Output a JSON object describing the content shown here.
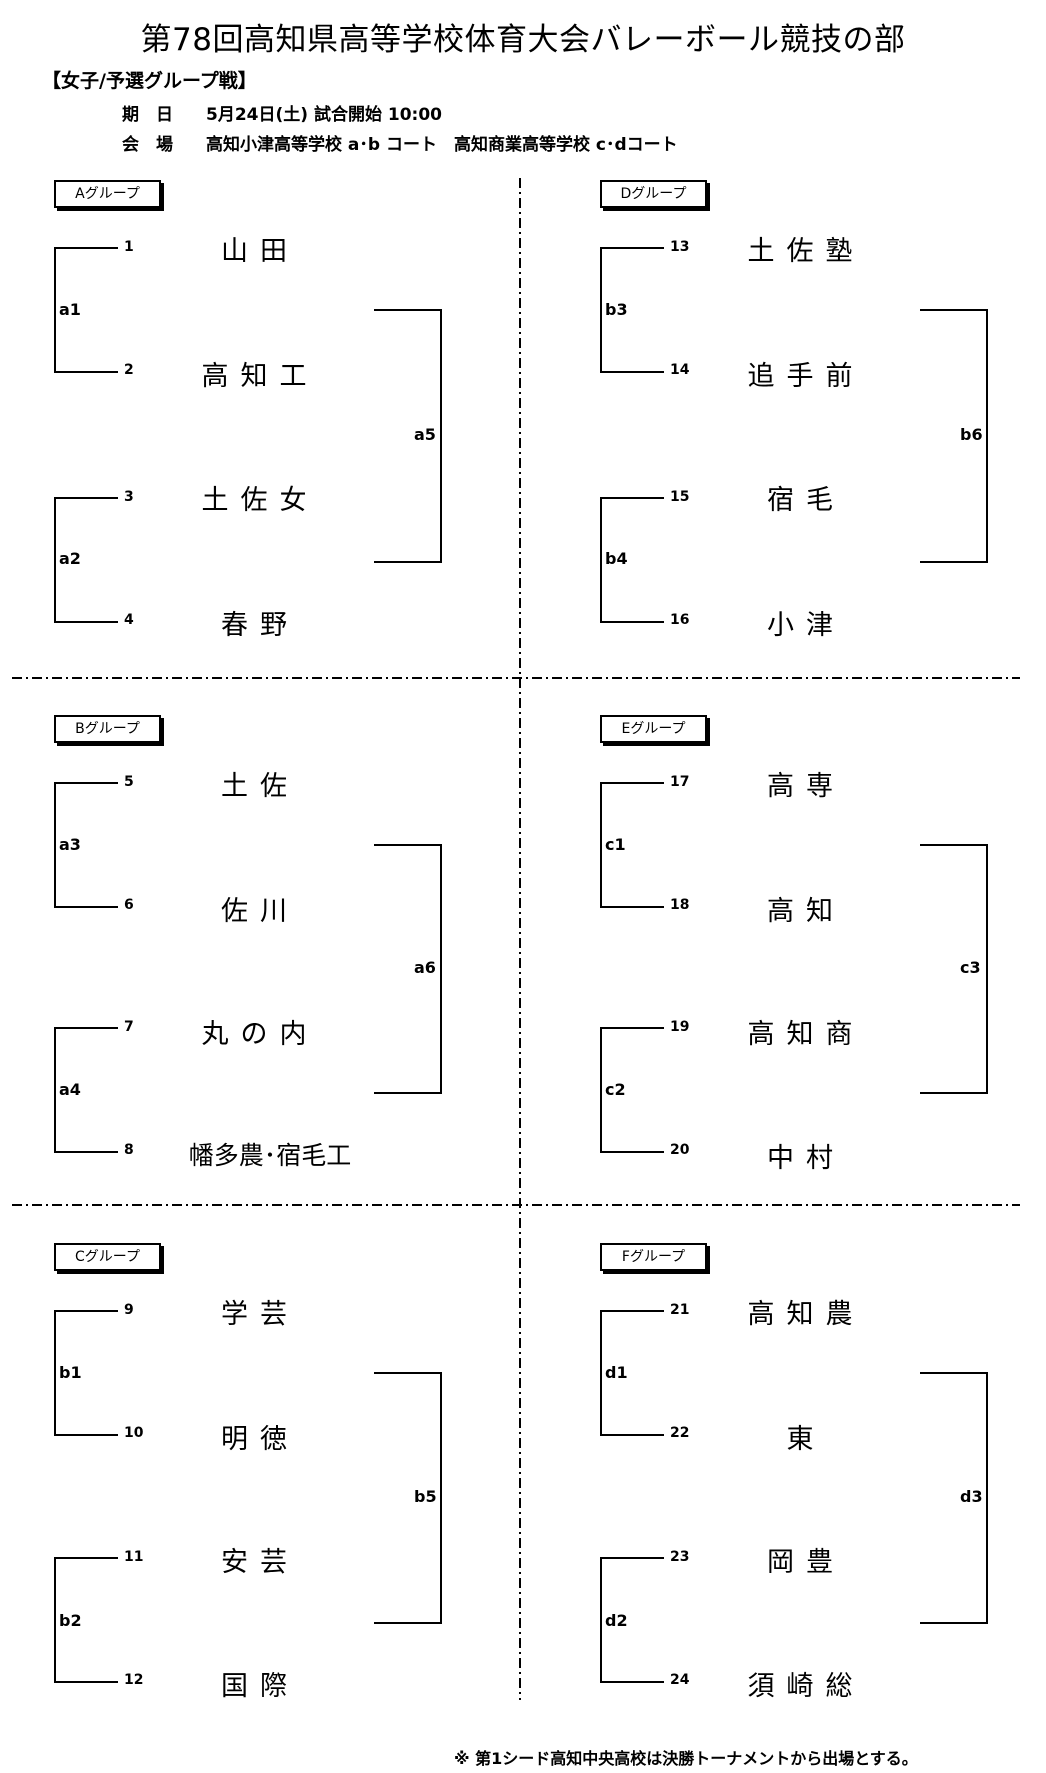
{
  "title": "第78回高知県高等学校体育大会バレーボール競技の部",
  "subtitle": "【女子/予選グループ戦】",
  "info": {
    "date_label": "期　日",
    "date_value": "5月24日(土) 試合開始 10:00",
    "venue_label": "会　場",
    "venue_value": "高知小津高等学校 a･b コート　高知商業高等学校 c･dコート"
  },
  "groups": [
    {
      "label": "Aグループ",
      "teams": [
        {
          "no": "1",
          "name": "山田"
        },
        {
          "no": "2",
          "name": "高知工"
        },
        {
          "no": "3",
          "name": "土佐女"
        },
        {
          "no": "4",
          "name": "春野"
        }
      ],
      "match1": "a1",
      "match2": "a2",
      "final": "a5"
    },
    {
      "label": "Bグループ",
      "teams": [
        {
          "no": "5",
          "name": "土佐"
        },
        {
          "no": "6",
          "name": "佐川"
        },
        {
          "no": "7",
          "name": "丸の内"
        },
        {
          "no": "8",
          "name": "幡多農･宿毛工"
        }
      ],
      "match1": "a3",
      "match2": "a4",
      "final": "a6"
    },
    {
      "label": "Cグループ",
      "teams": [
        {
          "no": "9",
          "name": "学芸"
        },
        {
          "no": "10",
          "name": "明徳"
        },
        {
          "no": "11",
          "name": "安芸"
        },
        {
          "no": "12",
          "name": "国際"
        }
      ],
      "match1": "b1",
      "match2": "b2",
      "final": "b5"
    },
    {
      "label": "Dグループ",
      "teams": [
        {
          "no": "13",
          "name": "土佐塾"
        },
        {
          "no": "14",
          "name": "追手前"
        },
        {
          "no": "15",
          "name": "宿毛"
        },
        {
          "no": "16",
          "name": "小津"
        }
      ],
      "match1": "b3",
      "match2": "b4",
      "final": "b6"
    },
    {
      "label": "Eグループ",
      "teams": [
        {
          "no": "17",
          "name": "高専"
        },
        {
          "no": "18",
          "name": "高知"
        },
        {
          "no": "19",
          "name": "高知商"
        },
        {
          "no": "20",
          "name": "中村"
        }
      ],
      "match1": "c1",
      "match2": "c2",
      "final": "c3"
    },
    {
      "label": "Fグループ",
      "teams": [
        {
          "no": "21",
          "name": "高知農"
        },
        {
          "no": "22",
          "name": "東"
        },
        {
          "no": "23",
          "name": "岡豊"
        },
        {
          "no": "24",
          "name": "須崎総"
        }
      ],
      "match1": "d1",
      "match2": "d2",
      "final": "d3"
    }
  ],
  "note": "※ 第1シード高知中央高校は決勝トーナメントから出場とする。"
}
